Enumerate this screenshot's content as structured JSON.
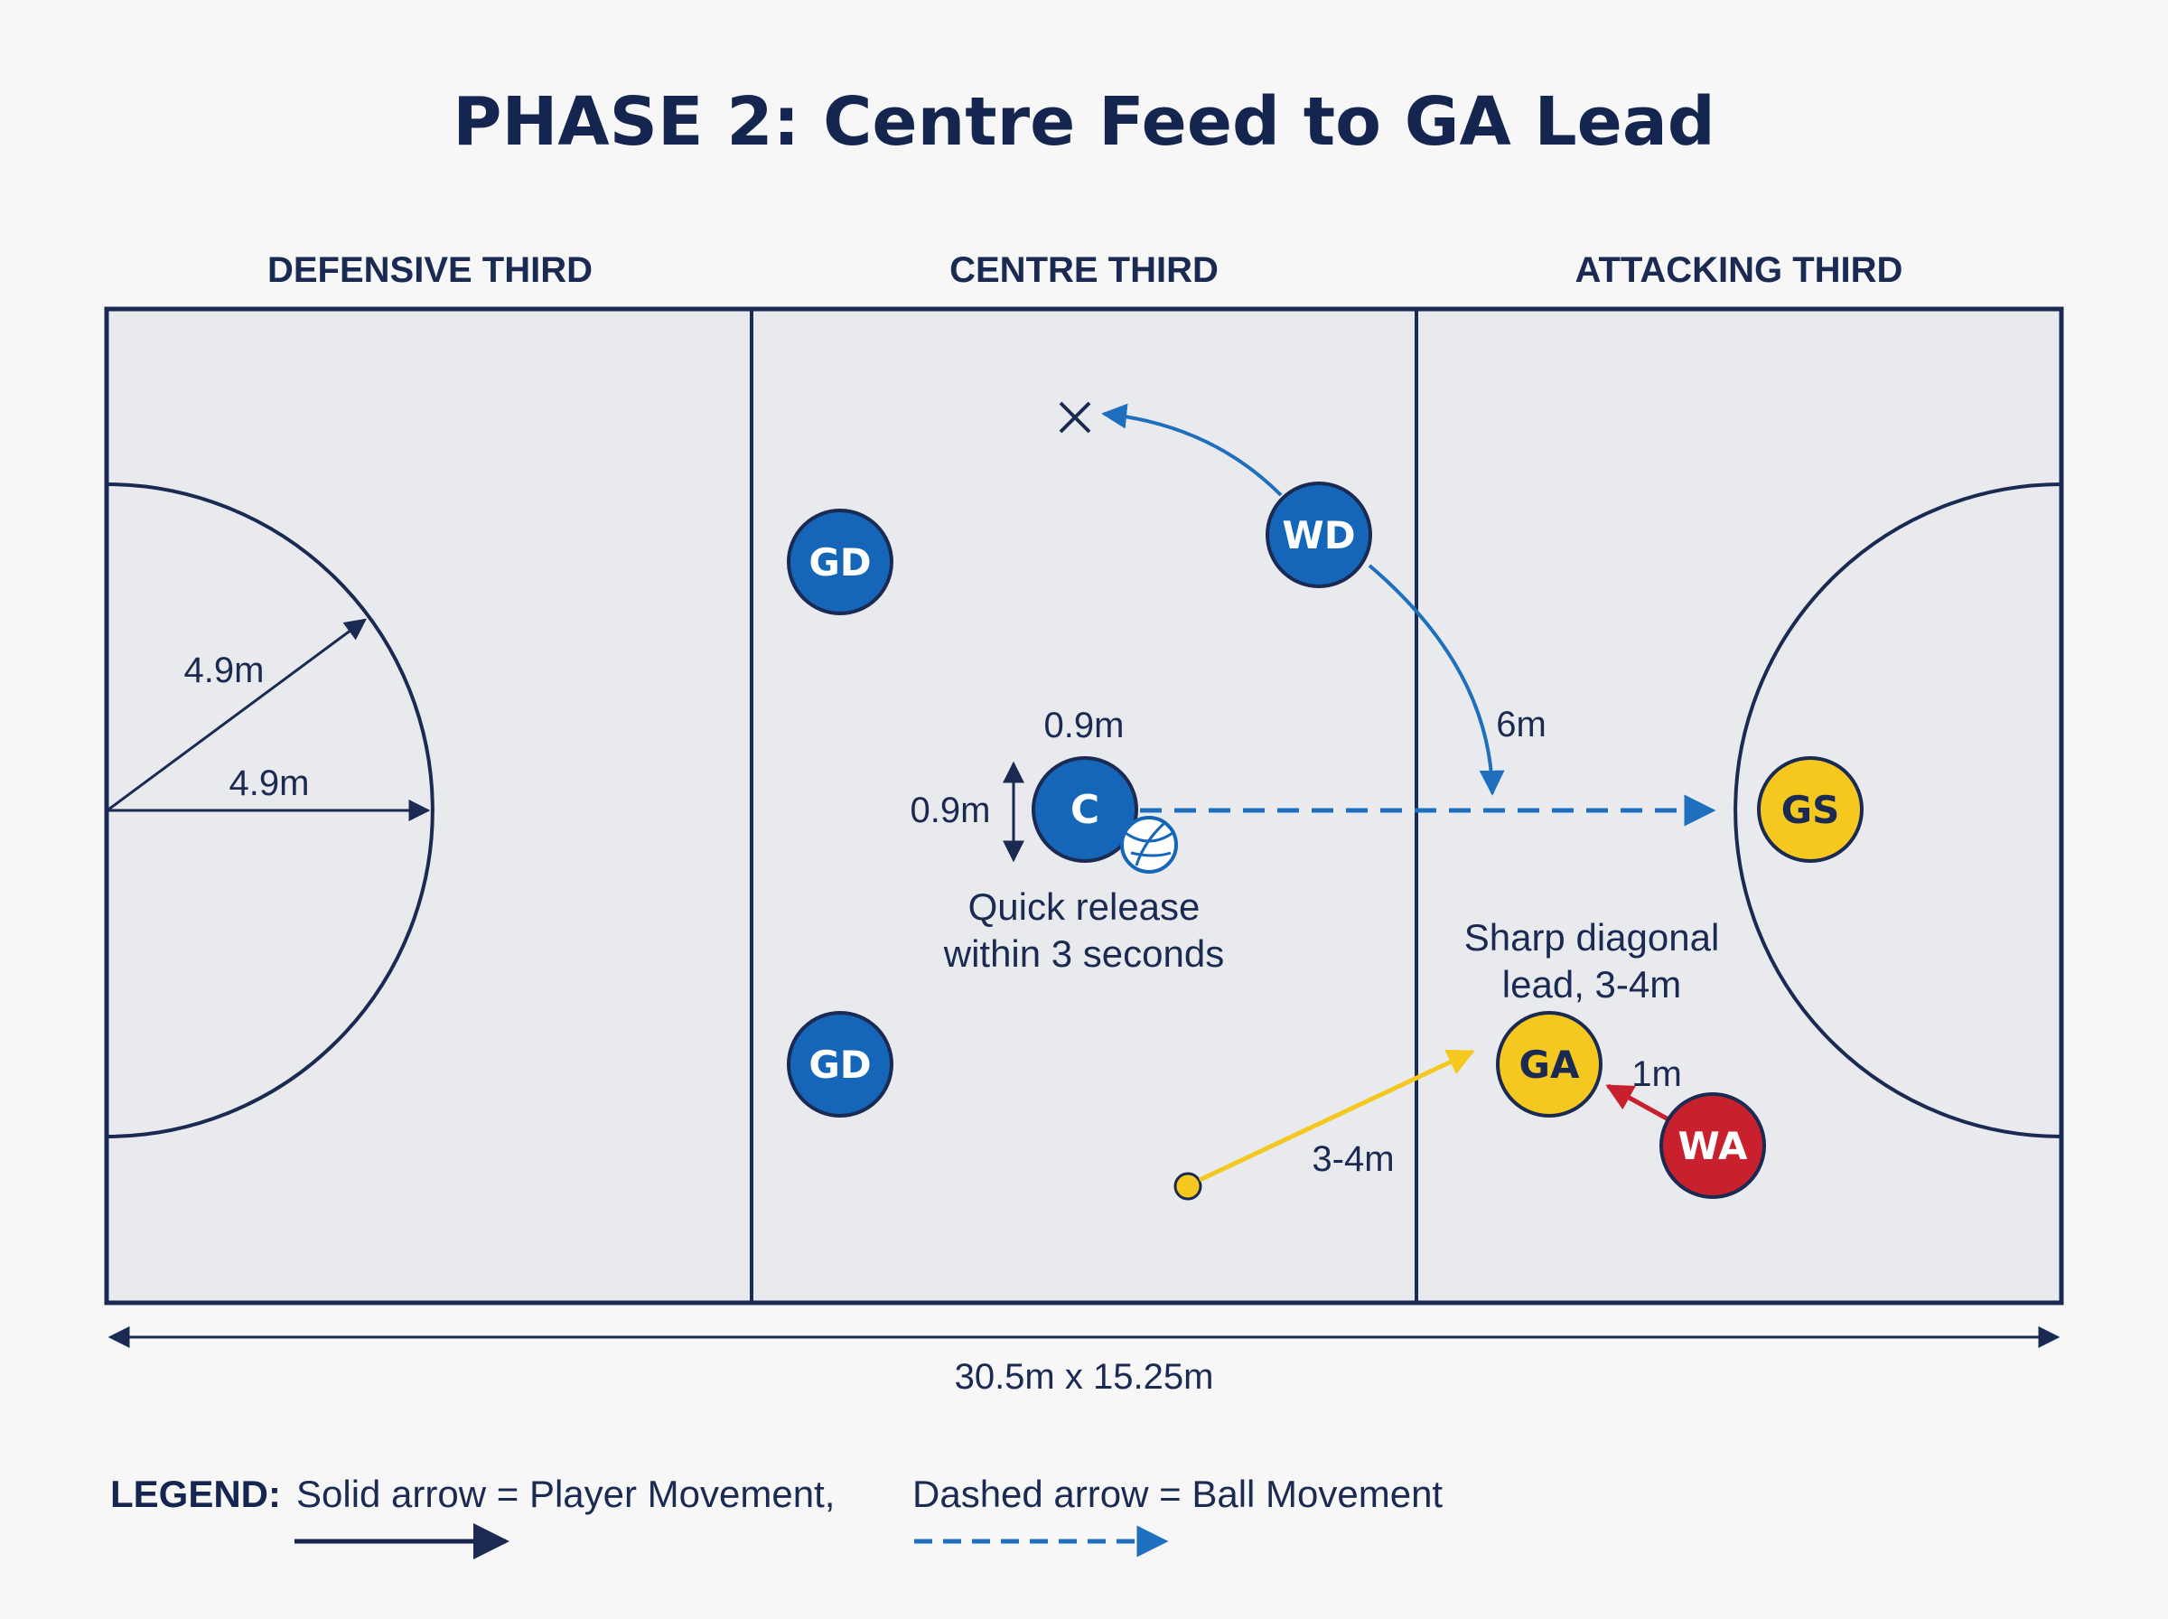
{
  "title": "PHASE 2: Centre Feed to GA Lead",
  "zones": {
    "defensive": "DEFENSIVE THIRD",
    "centre": "CENTRE THIRD",
    "attacking": "ATTACKING THIRD"
  },
  "measurements": {
    "circle_radius_diag": "4.9m",
    "circle_radius_horiz": "4.9m",
    "centre_circle_width": "0.9m",
    "centre_circle_height": "0.9m",
    "wd_pass_distance": "6m",
    "ga_lead_distance": "3-4m",
    "wa_gap": "1m",
    "court_size": "30.5m x 15.25m"
  },
  "players": {
    "gd_top": "GD",
    "gd_bottom": "GD",
    "wd": "WD",
    "c": "C",
    "gs": "GS",
    "ga": "GA",
    "wa": "WA"
  },
  "annotations": {
    "quick_release_line1": "Quick release",
    "quick_release_line2": "within 3 seconds",
    "diagonal_lead_line1": "Sharp diagonal",
    "diagonal_lead_line2": "lead, 3-4m"
  },
  "legend": {
    "heading": "LEGEND:",
    "solid": "Solid arrow = Player Movement,",
    "dashed": "Dashed arrow = Ball Movement"
  },
  "colors": {
    "navy": "#1a2a52",
    "blue_team": "#1565b8",
    "yellow_team": "#f4c81e",
    "red_team": "#c8202d",
    "court_fill": "#e9eaee",
    "ball_arrow": "#1f6fbf",
    "lead_arrow": "#f4c81e",
    "wa_arrow": "#c8202d"
  }
}
